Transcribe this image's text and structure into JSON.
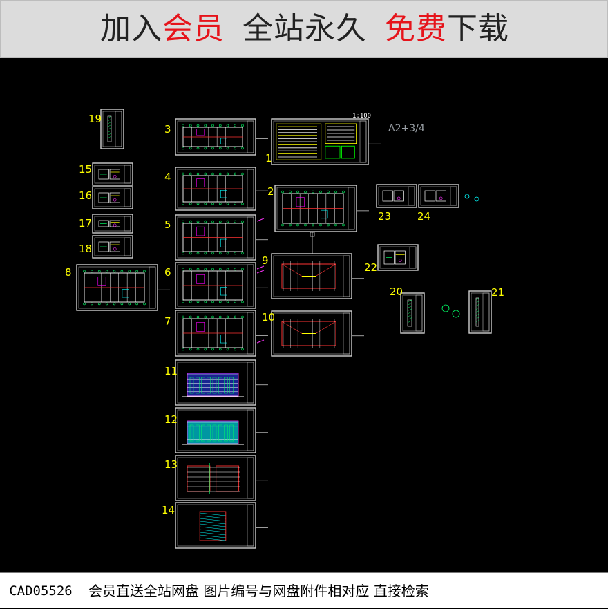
{
  "banner": {
    "part1": "加入",
    "part2": "会员",
    "part3": "全站永久",
    "part4": "免费",
    "part5": "下载"
  },
  "colors": {
    "accent_red": "#e6141b",
    "cad_background": "#000000",
    "sheet_frame": "#cfcfcf",
    "number_label": "#ffff00"
  },
  "drawing": {
    "scale_note": "1:100",
    "format_note": "A2+3/4",
    "sheet_numbers": [
      "1",
      "2",
      "3",
      "4",
      "5",
      "6",
      "7",
      "8",
      "9",
      "10",
      "11",
      "12",
      "13",
      "14",
      "15",
      "16",
      "17",
      "18",
      "19",
      "20",
      "21",
      "22",
      "23",
      "24"
    ]
  },
  "footer": {
    "code": "CAD05526",
    "description": "会员直送全站网盘  图片编号与网盘附件相对应  直接检索"
  }
}
